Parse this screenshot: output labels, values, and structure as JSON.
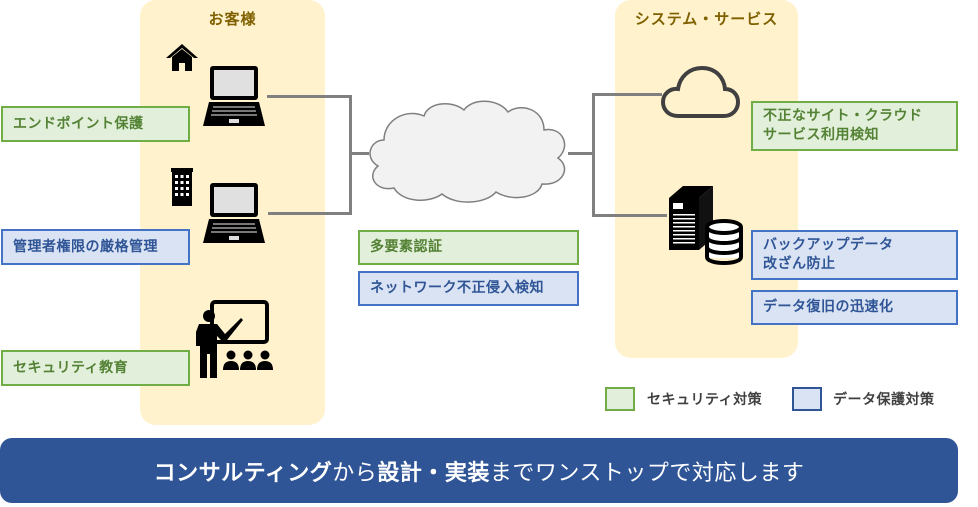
{
  "panels": {
    "customer": {
      "title": "お客様"
    },
    "system": {
      "title": "システム・サービス"
    }
  },
  "measures": {
    "endpoint": "エンドポイント保護",
    "admin": "管理者権限の厳格管理",
    "education": "セキュリティ教育",
    "mfa": "多要素認証",
    "ids": "ネットワーク不正侵入検知",
    "cloud_detect": [
      "不正なサイト・クラウド",
      "サービス利用検知"
    ],
    "backup_tamper": [
      "バックアップデータ",
      "改ざん防止"
    ],
    "recovery": "データ復旧の迅速化"
  },
  "legend": {
    "security": "セキュリティ対策",
    "data_protection": "データ保護対策"
  },
  "colors": {
    "security_fill": "#e2efda",
    "security_border": "#70ad47",
    "data_fill": "#dae3f3",
    "data_border": "#4472c4",
    "panel": "#fff2cc",
    "banner": "#2f5597"
  },
  "banner": {
    "part1": "コンサルティング",
    "part2": "から",
    "part3": "設計・実装",
    "part4": "までワンストップで対応します"
  },
  "icons": [
    "house-icon",
    "laptop-icon",
    "office-building-icon",
    "teacher-icon",
    "network-cloud-icon",
    "cloud-service-icon",
    "server-icon",
    "database-icon"
  ]
}
